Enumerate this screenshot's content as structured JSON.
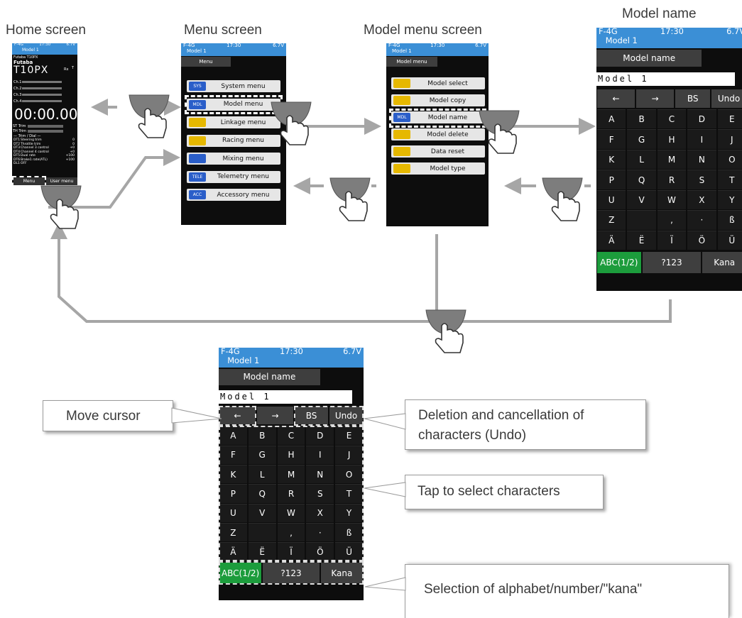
{
  "titles": {
    "home": "Home screen",
    "menu": "Menu screen",
    "model_menu": "Model menu screen",
    "model_name": "Model name"
  },
  "status": {
    "signal": "F-4G",
    "time": "17:30",
    "volt": "6.7V",
    "model": "Model 1"
  },
  "home": {
    "brand1": "Futaba T10PX",
    "brand2": "Futaba",
    "logo": "T10PX",
    "rx": "Rx",
    "t": "T",
    "timer": "00:00.00",
    "st_trim": "ST Trim",
    "th_trim": "TH Trim",
    "trim_dial": "— Trim / Dial —",
    "dials": [
      [
        "DT1",
        "Steering trim",
        "0"
      ],
      [
        "DT2",
        "Throttle trim",
        "0"
      ],
      [
        "DT3",
        "Channel 3 control",
        "+0"
      ],
      [
        "DT4",
        "Channel 4 control",
        "+0"
      ],
      [
        "DT5",
        "Dual rate",
        "+100"
      ],
      [
        "DT6",
        "Brake1 rate(ATL)",
        "+100"
      ],
      [
        "DL1",
        "OFF",
        ""
      ]
    ],
    "ch": [
      "Ch.1",
      "Ch.2",
      "Ch.3",
      "Ch.4"
    ],
    "menu_btn": "Menu",
    "user_btn": "User menu"
  },
  "menu": {
    "header": "Menu",
    "items": [
      {
        "icon": "SYS",
        "label": "System menu",
        "color": "#2a5ec9"
      },
      {
        "icon": "MDL",
        "label": "Model menu",
        "color": "#2a5ec9"
      },
      {
        "icon": "",
        "label": "Linkage menu",
        "color": "#e6b800"
      },
      {
        "icon": "",
        "label": "Racing menu",
        "color": "#e6b800"
      },
      {
        "icon": "",
        "label": "Mixing menu",
        "color": "#2a5ec9"
      },
      {
        "icon": "TELE",
        "label": "Telemetry menu",
        "color": "#2a5ec9"
      },
      {
        "icon": "ACC",
        "label": "Accessory menu",
        "color": "#2a5ec9"
      }
    ]
  },
  "model_menu": {
    "header": "Model menu",
    "items": [
      {
        "icon": "",
        "label": "Model select",
        "color": "#e6b800"
      },
      {
        "icon": "",
        "label": "Model copy",
        "color": "#e6b800"
      },
      {
        "icon": "MDL",
        "label": "Model name",
        "color": "#2a5ec9"
      },
      {
        "icon": "",
        "label": "Model delete",
        "color": "#e6b800"
      },
      {
        "icon": "",
        "label": "Data reset",
        "color": "#e6b800"
      },
      {
        "icon": "",
        "label": "Model type",
        "color": "#e6b800"
      }
    ]
  },
  "keyboard": {
    "header": "Model name",
    "input": "Model 1",
    "row0": [
      "←",
      "→",
      "BS",
      "Undo"
    ],
    "rows": [
      [
        "A",
        "B",
        "C",
        "D",
        "E"
      ],
      [
        "F",
        "G",
        "H",
        "I",
        "J"
      ],
      [
        "K",
        "L",
        "M",
        "N",
        "O"
      ],
      [
        "P",
        "Q",
        "R",
        "S",
        "T"
      ],
      [
        "U",
        "V",
        "W",
        "X",
        "Y"
      ],
      [
        "Z",
        "",
        ",",
        "·",
        "ß"
      ],
      [
        "Ä",
        "Ë",
        "Ï",
        "Ö",
        "Ü"
      ]
    ],
    "bottom": [
      "ABC(1/2)",
      "?123",
      "Kana"
    ]
  },
  "callouts": {
    "move": "Move cursor",
    "delete": "Deletion and cancellation of characters (Undo)",
    "tap": "Tap to select characters",
    "select": "Selection of alphabet/number/\"kana\""
  },
  "colors": {
    "arrow": "#a6a6a6",
    "bar": "#3b8fd6",
    "active": "#1c9c3c"
  }
}
